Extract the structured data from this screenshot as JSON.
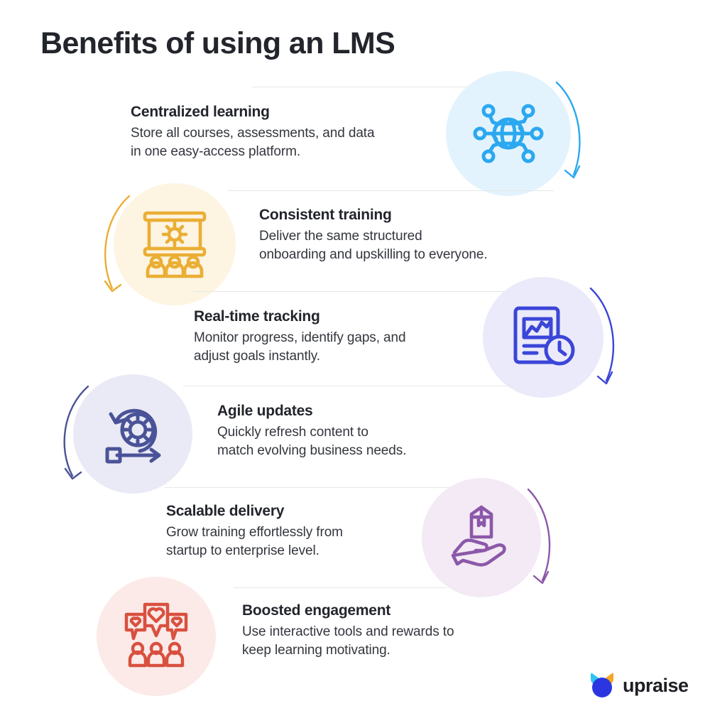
{
  "page": {
    "title": "Benefits of using an LMS",
    "background": "#ffffff"
  },
  "benefits": [
    {
      "id": "centralized-learning",
      "title": "Centralized learning",
      "description": "Store all courses, assessments, and data\nin one easy-access platform.",
      "icon_name": "network-globe-icon",
      "accent": "#2BA8F0",
      "blob_color": "#E3F3FD",
      "icon_side": "right",
      "arrow_direction": "down"
    },
    {
      "id": "consistent-training",
      "title": "Consistent training",
      "description": "Deliver the same structured\nonboarding and upskilling to everyone.",
      "icon_name": "presentation-gear-audience-icon",
      "accent": "#EAAE34",
      "blob_color": "#FDF4E2",
      "icon_side": "left",
      "arrow_direction": "down"
    },
    {
      "id": "real-time-tracking",
      "title": "Real-time tracking",
      "description": "Monitor progress, identify gaps, and\nadjust goals instantly.",
      "icon_name": "report-chart-clock-icon",
      "accent": "#3B45D8",
      "blob_color": "#EAEAFA",
      "icon_side": "right",
      "arrow_direction": "down"
    },
    {
      "id": "agile-updates",
      "title": "Agile updates",
      "description": "Quickly refresh content to\nmatch evolving business needs.",
      "icon_name": "agile-sprint-gear-icon",
      "accent": "#4A5398",
      "blob_color": "#E9EAF5",
      "icon_side": "left",
      "arrow_direction": "down"
    },
    {
      "id": "scalable-delivery",
      "title": "Scalable delivery",
      "description": "Grow training effortlessly from\nstartup to enterprise level.",
      "icon_name": "hand-holding-package-icon",
      "accent": "#8C58A8",
      "blob_color": "#F3EAF5",
      "icon_side": "right",
      "arrow_direction": "down"
    },
    {
      "id": "boosted-engagement",
      "title": "Boosted engagement",
      "description": "Use interactive tools and rewards to\nkeep learning motivating.",
      "icon_name": "speech-bubbles-hearts-people-icon",
      "accent": "#D9503F",
      "blob_color": "#FBEAE8",
      "icon_side": "left",
      "arrow_direction": "none"
    }
  ],
  "brand": {
    "name": "upraise",
    "mark_name": "upraise-logo-mark",
    "colors": {
      "left_ear": "#2EC6F0",
      "right_ear": "#F5A623",
      "body": "#2B35E0"
    }
  },
  "divider_color": "#e6e6e8"
}
